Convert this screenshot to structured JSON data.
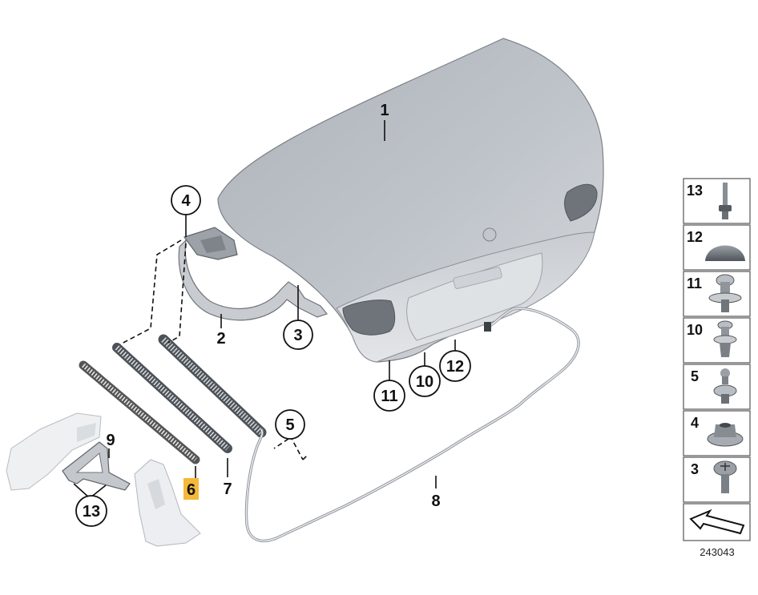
{
  "callouts": {
    "c1": "1",
    "c2": "2",
    "c3": "3",
    "c4": "4",
    "c5": "5",
    "c6": "6",
    "c7": "7",
    "c8": "8",
    "c9": "9",
    "c10": "10",
    "c11": "11",
    "c12": "12",
    "c13": "13"
  },
  "legend": {
    "items": [
      "13",
      "12",
      "11",
      "10",
      "5",
      "4",
      "3"
    ],
    "icons": [
      "rivet-icon",
      "cap-nut-icon",
      "expanding-clip-icon",
      "push-clip-icon",
      "clip-icon",
      "flange-nut-icon",
      "screw-icon",
      "direction-arrow-icon"
    ]
  },
  "reference_number": "243043",
  "colors": {
    "highlight": "#f5b83a",
    "panel": "#b9bec4",
    "line": "#111111"
  }
}
